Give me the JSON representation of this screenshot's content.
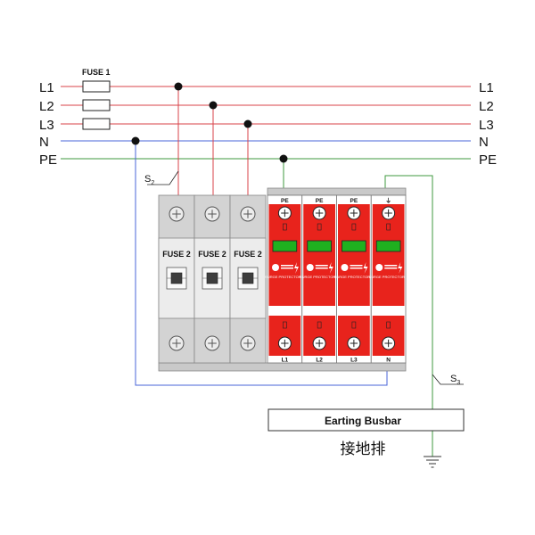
{
  "buses": [
    {
      "key": "L1",
      "left": "L1",
      "right": "L1",
      "color": "#d9434a"
    },
    {
      "key": "L2",
      "left": "L2",
      "right": "L2",
      "color": "#d9434a"
    },
    {
      "key": "L3",
      "left": "L3",
      "right": "L3",
      "color": "#d9434a"
    },
    {
      "key": "N",
      "left": "N",
      "right": "N",
      "color": "#4a64d8"
    },
    {
      "key": "PE",
      "left": "PE",
      "right": "PE",
      "color": "#3f9a3f"
    }
  ],
  "fuse1": {
    "label": "FUSE 1"
  },
  "s2": {
    "main": "S",
    "sub": "2"
  },
  "s3": {
    "main": "S",
    "sub": "3"
  },
  "fuse2_modules": [
    {
      "label": "FUSE 2"
    },
    {
      "label": "FUSE 2"
    },
    {
      "label": "FUSE 2"
    }
  ],
  "spd_modules": [
    {
      "top_label": "PE",
      "bottom_label": "L1",
      "brand": "SURGE PROTECTOR",
      "top_is_ground_symbol": false
    },
    {
      "top_label": "PE",
      "bottom_label": "L2",
      "brand": "SURGE PROTECTOR",
      "top_is_ground_symbol": false
    },
    {
      "top_label": "PE",
      "bottom_label": "L3",
      "brand": "SURGE PROTECTOR",
      "top_is_ground_symbol": false
    },
    {
      "top_label": "⏚",
      "bottom_label": "N",
      "brand": "SURGE PROTECTOR",
      "top_is_ground_symbol": true
    }
  ],
  "busbar": {
    "label": "Earting Busbar",
    "chinese": "接地排"
  },
  "colors": {
    "spd_red": "#e8231c",
    "fuse_gray": "#d3d3d3",
    "window_green": "#1fb01f"
  },
  "icons": [
    "terminal-screw-icon",
    "earth-ground-icon",
    "brand-logo-icon",
    "lightning-icon"
  ]
}
